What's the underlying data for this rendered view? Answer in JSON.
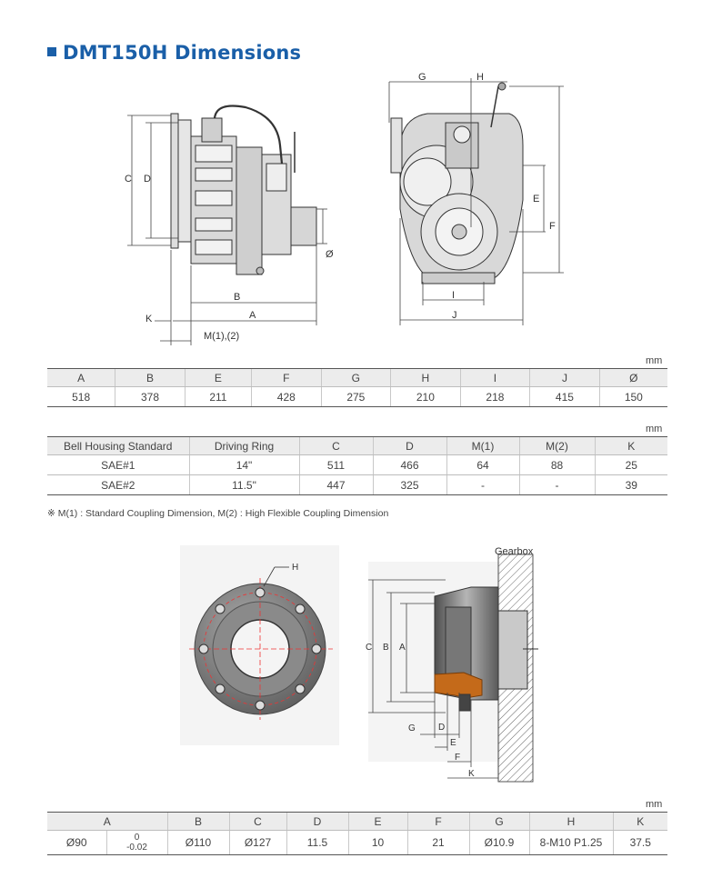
{
  "title": "DMT150H Dimensions",
  "drawing1": {
    "side_labels": {
      "C": "C",
      "D": "D",
      "B": "B",
      "A": "A",
      "K": "K",
      "O": "Ø",
      "M": "M(1),(2)"
    },
    "front_labels": {
      "G": "G",
      "H": "H",
      "E": "E",
      "F": "F",
      "I": "I",
      "J": "J"
    }
  },
  "table1": {
    "unit": "mm",
    "headers": [
      "A",
      "B",
      "E",
      "F",
      "G",
      "H",
      "I",
      "J",
      "Ø"
    ],
    "values": [
      "518",
      "378",
      "211",
      "428",
      "275",
      "210",
      "218",
      "415",
      "150"
    ]
  },
  "table2": {
    "unit": "mm",
    "headers": [
      "Bell Housing Standard",
      "Driving Ring",
      "C",
      "D",
      "M(1)",
      "M(2)",
      "K"
    ],
    "rows": [
      [
        "SAE#1",
        "14\"",
        "511",
        "466",
        "64",
        "88",
        "25"
      ],
      [
        "SAE#2",
        "11.5\"",
        "447",
        "325",
        "-",
        "-",
        "39"
      ]
    ]
  },
  "note": "※ M(1) : Standard Coupling Dimension, M(2) : High Flexible Coupling Dimension",
  "drawing2": {
    "gearbox_label": "Gearbox",
    "labels": {
      "H": "H",
      "C": "C",
      "B": "B",
      "A": "A",
      "G": "G",
      "D": "D",
      "E": "E",
      "F": "F",
      "K": "K"
    }
  },
  "table3": {
    "unit": "mm",
    "headers": [
      "A",
      "B",
      "C",
      "D",
      "E",
      "F",
      "G",
      "H",
      "K"
    ],
    "a_value": "Ø90",
    "a_tol_upper": "0",
    "a_tol_lower": "-0.02",
    "values": [
      "Ø110",
      "Ø127",
      "11.5",
      "10",
      "21",
      "Ø10.9",
      "8-M10 P1.25",
      "37.5"
    ]
  }
}
